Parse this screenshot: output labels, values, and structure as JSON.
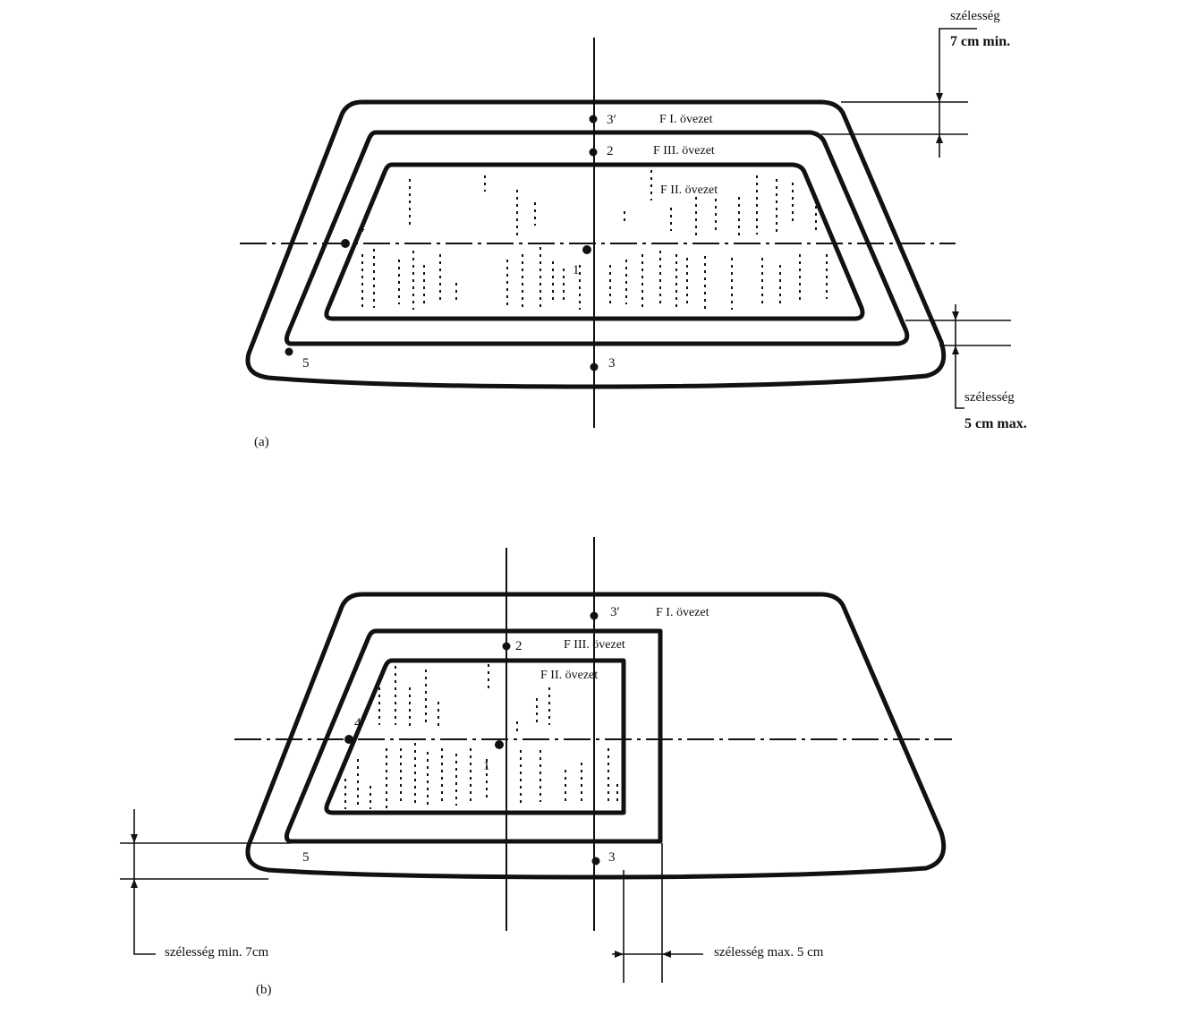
{
  "figure_a": {
    "caption": "(a)",
    "zones": {
      "zone_f1": "F I. övezet",
      "zone_f3": "F III. övezet",
      "zone_f2": "F II. övezet"
    },
    "points": {
      "p1": "1",
      "p2": "2",
      "p3": "3",
      "p3prime": "3′",
      "p4": "4",
      "p5": "5"
    },
    "dim_top": {
      "label": "szélesség",
      "value": "7 cm min."
    },
    "dim_bottom": {
      "label": "szélesség",
      "value": "5 cm max."
    }
  },
  "figure_b": {
    "caption": "(b)",
    "zones": {
      "zone_f1": "F I. övezet",
      "zone_f3": "F III. övezet",
      "zone_f2": "F II. övezet"
    },
    "points": {
      "p1": "1",
      "p2": "2",
      "p3": "3",
      "p3prime": "3′",
      "p4": "4",
      "p5": "5"
    },
    "dim_left": "szélesség min. 7cm",
    "dim_right": "szélesség max. 5 cm"
  }
}
